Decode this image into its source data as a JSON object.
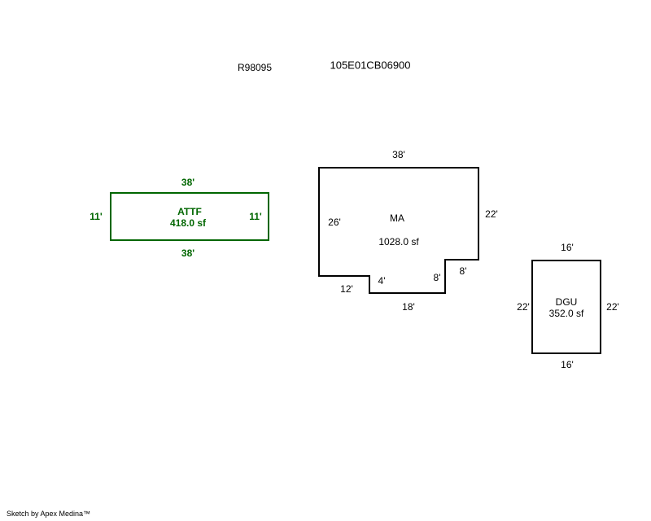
{
  "header": {
    "ref_left": "R98095",
    "ref_right": "105E01CB06900"
  },
  "footer": {
    "credit": "Sketch by Apex Medina™"
  },
  "colors": {
    "attf_outline": "#006600",
    "main_outline": "#000000",
    "background": "#ffffff"
  },
  "areas": {
    "attf": {
      "label": "ATTF",
      "area": "418.0 sf",
      "dims": {
        "top": "38'",
        "bottom": "38'",
        "left": "11'",
        "right": "11'"
      }
    },
    "ma": {
      "label": "MA",
      "area": "1028.0 sf",
      "dims": {
        "top": "38'",
        "right": "22'",
        "left": "26'",
        "bottom_left": "12'",
        "step": "4'",
        "bottom_mid": "18'",
        "notch_inner": "8'",
        "notch_outer": "8'"
      }
    },
    "dgu": {
      "label": "DGU",
      "area": "352.0 sf",
      "dims": {
        "top": "16'",
        "bottom": "16'",
        "left": "22'",
        "right": "22'"
      }
    }
  }
}
